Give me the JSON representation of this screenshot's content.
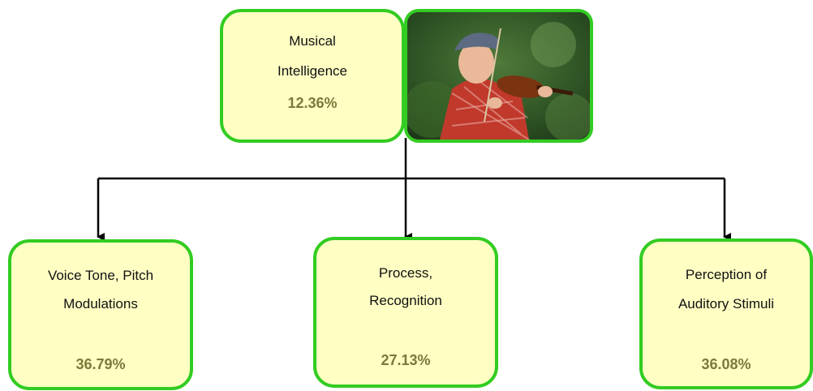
{
  "root": {
    "line1": "Musical",
    "line2": "Intelligence",
    "percent": "12.36%"
  },
  "children": [
    {
      "line1": "Voice Tone, Pitch",
      "line2": "Modulations",
      "percent": "36.79%"
    },
    {
      "line1": "Process,",
      "line2": "Recognition",
      "percent": "27.13%"
    },
    {
      "line1": "Perception of",
      "line2": "Auditory Stimuli",
      "percent": "36.08%"
    }
  ],
  "colors": {
    "box_fill": "#ffffc4",
    "box_border": "#33cc22",
    "percent_text": "#7a7a3a",
    "connector": "#000000"
  },
  "photo": {
    "subject": "child-playing-violin-photo"
  }
}
